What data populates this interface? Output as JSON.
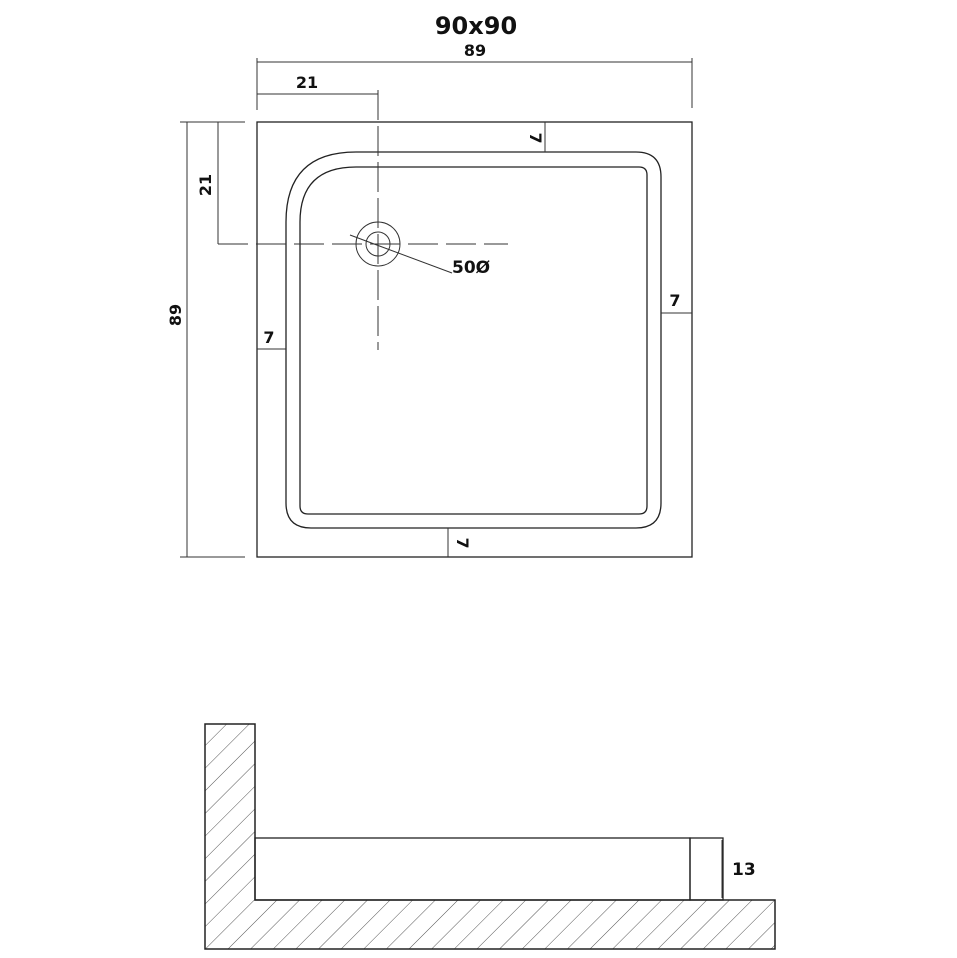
{
  "title": "90x90",
  "plan_view": {
    "width_label": "89",
    "height_label": "89",
    "drain_offset_x_label": "21",
    "drain_offset_y_label": "21",
    "drain_diameter_label": "50Ø",
    "rim_top_label": "7",
    "rim_bottom_label": "7",
    "rim_left_label": "7",
    "rim_right_label": "7"
  },
  "section_view": {
    "depth_label": "13"
  },
  "colors": {
    "line": "#222222",
    "background": "#ffffff"
  }
}
